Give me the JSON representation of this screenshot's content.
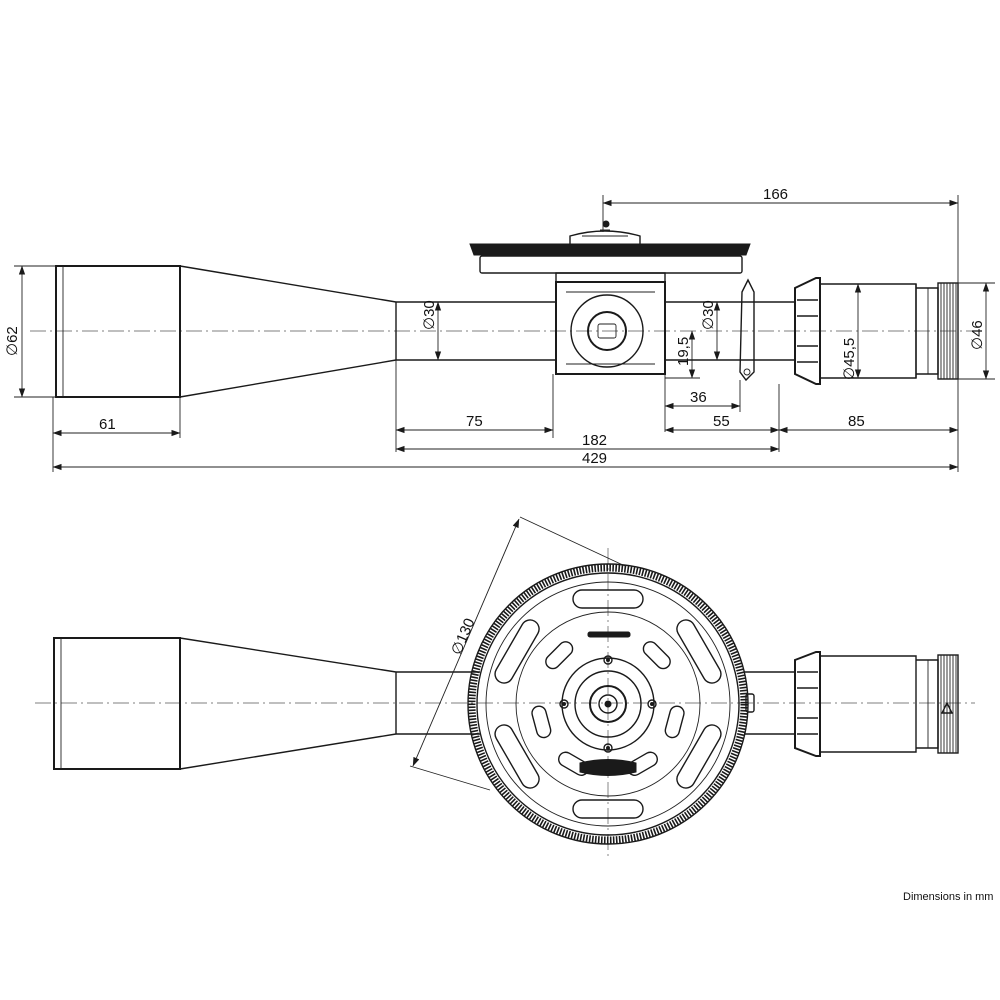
{
  "dimensions": {
    "top_overall": "166",
    "dia_objective": "∅62",
    "dia_tube_left": "∅30",
    "dia_tube_right": "∅30",
    "height_19_5": "19,5",
    "dia_ocular": "∅45,5",
    "dia_eyepiece": "∅46",
    "len_36": "36",
    "len_61": "61",
    "len_75": "75",
    "len_55": "55",
    "len_85": "85",
    "len_182": "182",
    "len_429": "429",
    "dia_turret": "∅130"
  },
  "note": "Dimensions in mm"
}
